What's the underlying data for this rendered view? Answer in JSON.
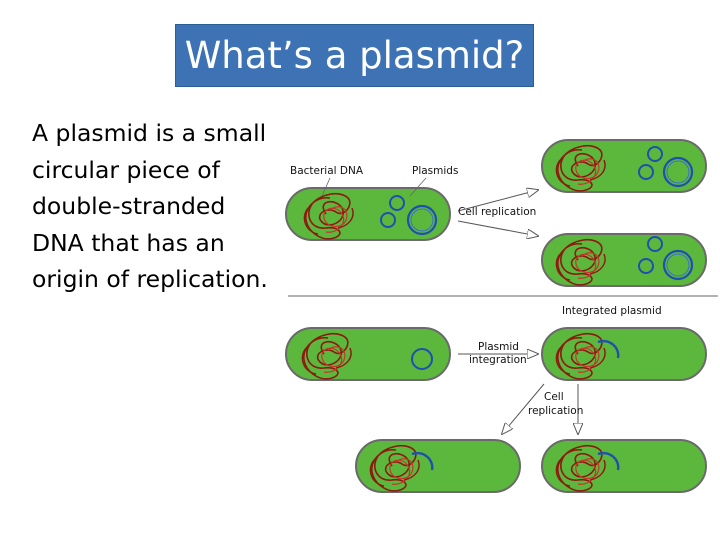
{
  "slide": {
    "title": "What’s a plasmid?",
    "body": "A plasmid is a small circular piece of double-stranded DNA that has an origin of replication."
  },
  "diagram": {
    "labels": {
      "bacterial_dna": "Bacterial DNA",
      "plasmids": "Plasmids",
      "cell_replication_top": "Cell replication",
      "integrated_plasmid": "Integrated plasmid",
      "plasmid_integration_line1": "Plasmid",
      "plasmid_integration_line2": "integration",
      "cell_replication_bottom_line1": "Cell",
      "cell_replication_bottom_line2": "replication"
    },
    "colors": {
      "cell_fill": "#5cb83c",
      "cell_border": "#6a6a6a",
      "chromosome": "#8b1a10",
      "plasmid": "#1f4fb0",
      "title_bg": "#3d72b4"
    }
  }
}
